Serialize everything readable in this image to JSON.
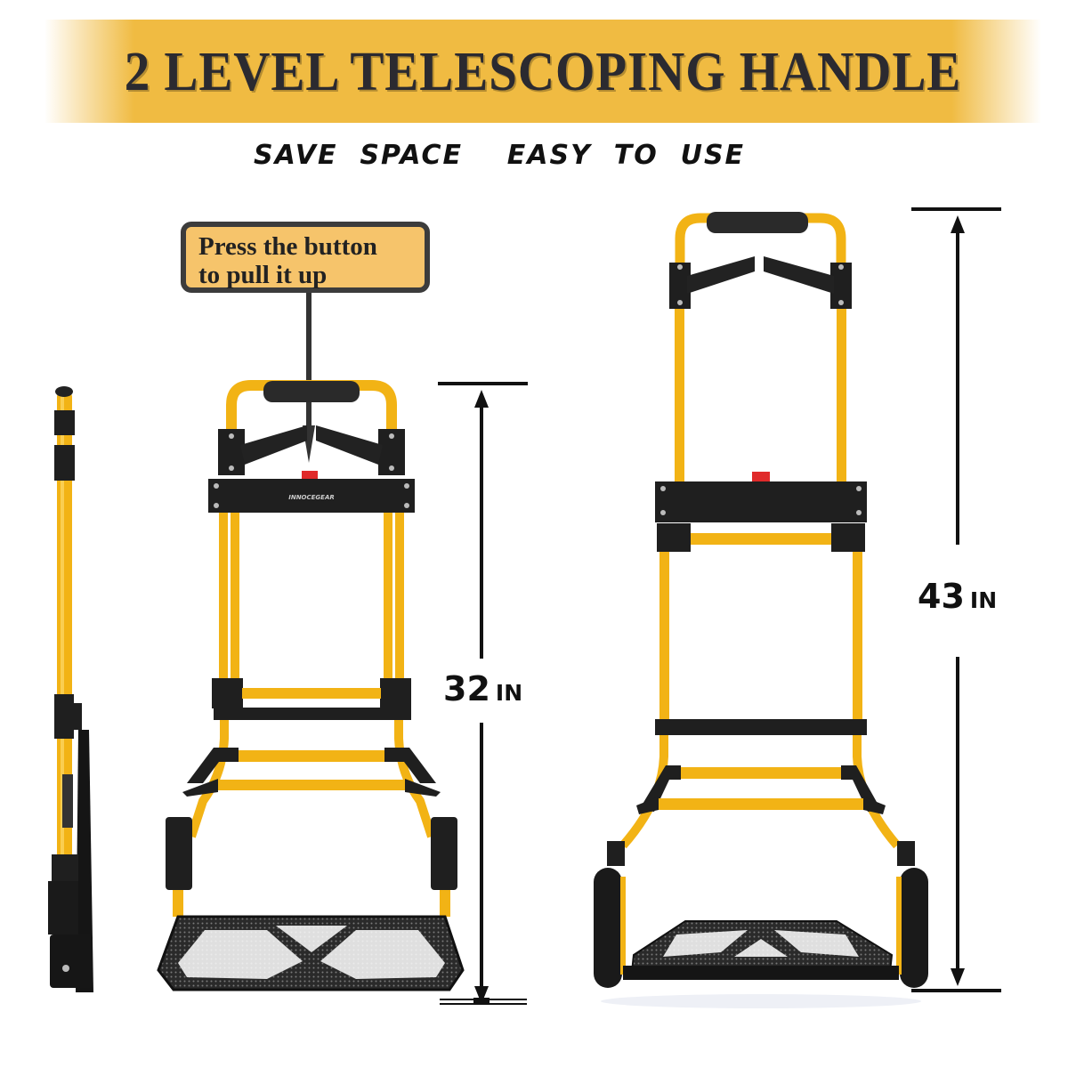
{
  "banner": {
    "title": "2 LEVEL TELESCOPING HANDLE",
    "background_color": "#f0bb42",
    "text_color": "#2b2a30"
  },
  "subtitle": {
    "text": "SAVE  SPACE    EASY  TO  USE",
    "items": [
      "SAVE SPACE",
      "EASY TO USE"
    ]
  },
  "callout": {
    "line1": "Press the button",
    "line2": "to pull it up",
    "background_color": "#f6c46b",
    "border_color": "#3c3c3c"
  },
  "product": {
    "brand_label": "INNOCEGEAR",
    "frame_color": "#f2b315",
    "part_color": "#1f1f1f",
    "button_color": "#e02a2a",
    "views": [
      {
        "name": "side-folded",
        "description": "Side view, folded"
      },
      {
        "name": "front-collapsed",
        "description": "Front view, handle collapsed"
      },
      {
        "name": "front-extended",
        "description": "Front view, handle extended"
      }
    ]
  },
  "dimensions": {
    "collapsed": {
      "value": "32",
      "unit": "IN"
    },
    "extended": {
      "value": "43",
      "unit": "IN"
    }
  }
}
